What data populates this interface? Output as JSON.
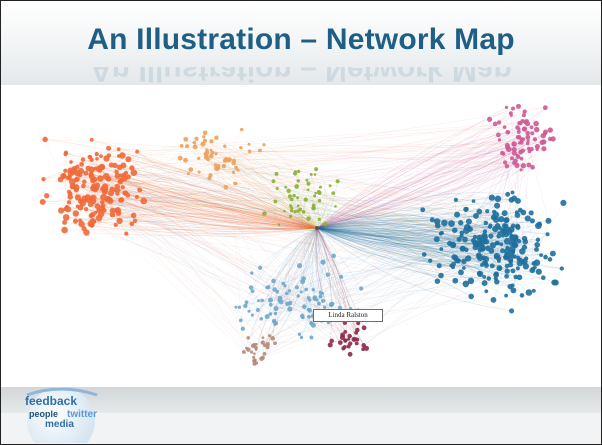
{
  "slide": {
    "title": "An Illustration – Network Map"
  },
  "network": {
    "center_label": "Linda Ralston",
    "clusters": [
      {
        "name": "orange",
        "color": "#f0693a"
      },
      {
        "name": "light-orange",
        "color": "#eea05a"
      },
      {
        "name": "pink",
        "color": "#cd5a95"
      },
      {
        "name": "blue",
        "color": "#1f6f9c"
      },
      {
        "name": "light-blue",
        "color": "#6fa7cc"
      },
      {
        "name": "green",
        "color": "#8bb03a"
      },
      {
        "name": "maroon",
        "color": "#8b2a4a"
      },
      {
        "name": "tan",
        "color": "#b38a7a"
      }
    ]
  },
  "logo": {
    "words": [
      "feedback",
      "people",
      "twitter",
      "media"
    ],
    "colors": [
      "#2e6fa8",
      "#5b9ad3",
      "#1d4f7c"
    ]
  }
}
